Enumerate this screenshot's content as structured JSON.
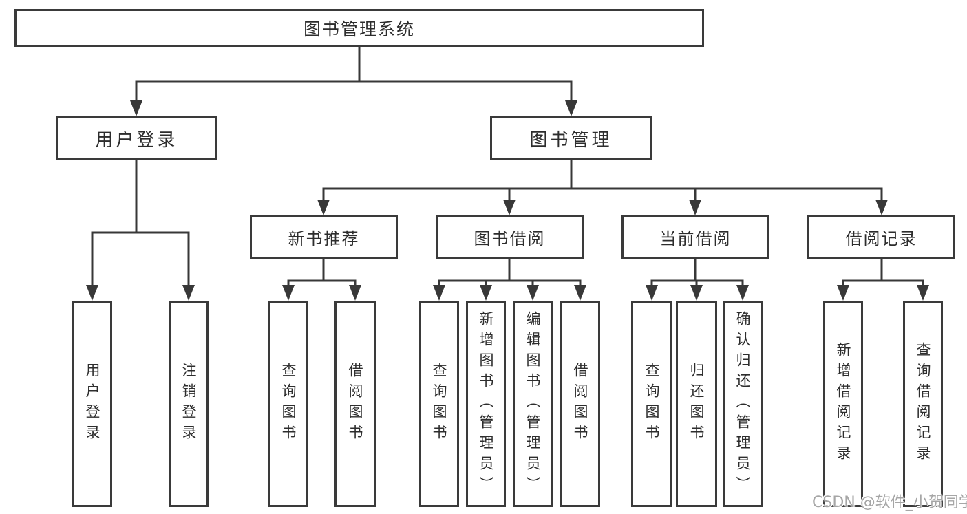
{
  "nodes": {
    "root": "图书管理系统",
    "user_login": "用户登录",
    "book_mgmt": "图书管理",
    "new_book_rec": "新书推荐",
    "book_borrow": "图书借阅",
    "current_borrow": "当前借阅",
    "borrow_records": "借阅记录",
    "ul_user_login": "用户登录",
    "ul_logout": "注销登录",
    "nb_query": "查询图书",
    "nb_borrow": "借阅图书",
    "bb_query": "查询图书",
    "bb_add": "新增图书（管理员）",
    "bb_edit": "编辑图书（管理员）",
    "bb_borrow": "借阅图书",
    "cb_query": "查询图书",
    "cb_return": "归还图书",
    "cb_confirm": "确认归还（管理员）",
    "br_add": "新增借阅记录",
    "br_query": "查询借阅记录"
  },
  "watermark": "CSDN @软件_小贺同学",
  "colors": {
    "line": "#383838",
    "text": "#2d2d2d",
    "background": "#ffffff",
    "watermark_text": "#a6a6a6"
  }
}
